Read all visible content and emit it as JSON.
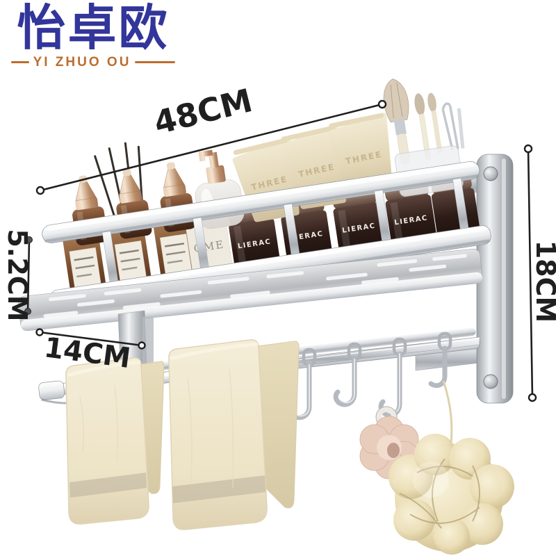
{
  "brand": {
    "name_cn": "怡卓欧",
    "name_en": "YI ZHUO OU",
    "cn_color": "#32359a",
    "en_color": "#bc6d2e"
  },
  "dimensions": {
    "width_label": "48CM",
    "tier_height_label": "5.2CM",
    "depth_label": "14CM",
    "bracket_height_label": "18CM",
    "line_color": "#1f1f1f"
  },
  "products": {
    "tube_text": "THREE",
    "bottle_text": "OME",
    "jar_text": "LIERAC"
  },
  "palette": {
    "chrome": "#c9ccd0",
    "chrome_dark": "#9aa0a6",
    "towel": "#efe7cf",
    "towel_stripe": "#b5ac99",
    "amber_bottle": "#5f3a26",
    "rose_gold_cap": "#c99f7e",
    "cream_tube": "#e2d6b6",
    "dark_jar": "#2c1b16",
    "loofah": "#e9ddb6",
    "sponge_pink": "#e9cdbc",
    "background": "#ffffff"
  }
}
